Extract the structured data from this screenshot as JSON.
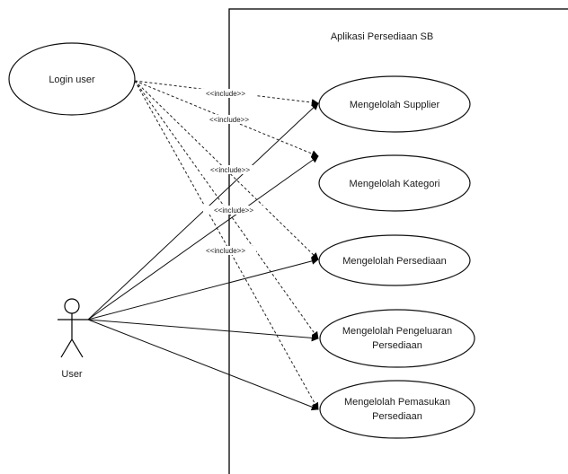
{
  "system": {
    "title": "Aplikasi Persediaan SB"
  },
  "login": {
    "label": "Login user"
  },
  "actor": {
    "label": "User"
  },
  "use_cases": [
    {
      "id": "uc-supplier",
      "lines": [
        "Mengelolah Supplier"
      ]
    },
    {
      "id": "uc-kategori",
      "lines": [
        "Mengelolah Kategori"
      ]
    },
    {
      "id": "uc-persediaan",
      "lines": [
        "Mengelolah Persediaan"
      ]
    },
    {
      "id": "uc-pengeluaran",
      "lines": [
        "Mengelolah Pengeluaran",
        "Persediaan"
      ]
    },
    {
      "id": "uc-pemasukan",
      "lines": [
        "Mengelolah Pemasukan",
        "Persediaan"
      ]
    }
  ],
  "include_labels": [
    "<<include>>",
    "<<include>>",
    "<<include>>",
    "<<include>>",
    "<<include>>"
  ]
}
